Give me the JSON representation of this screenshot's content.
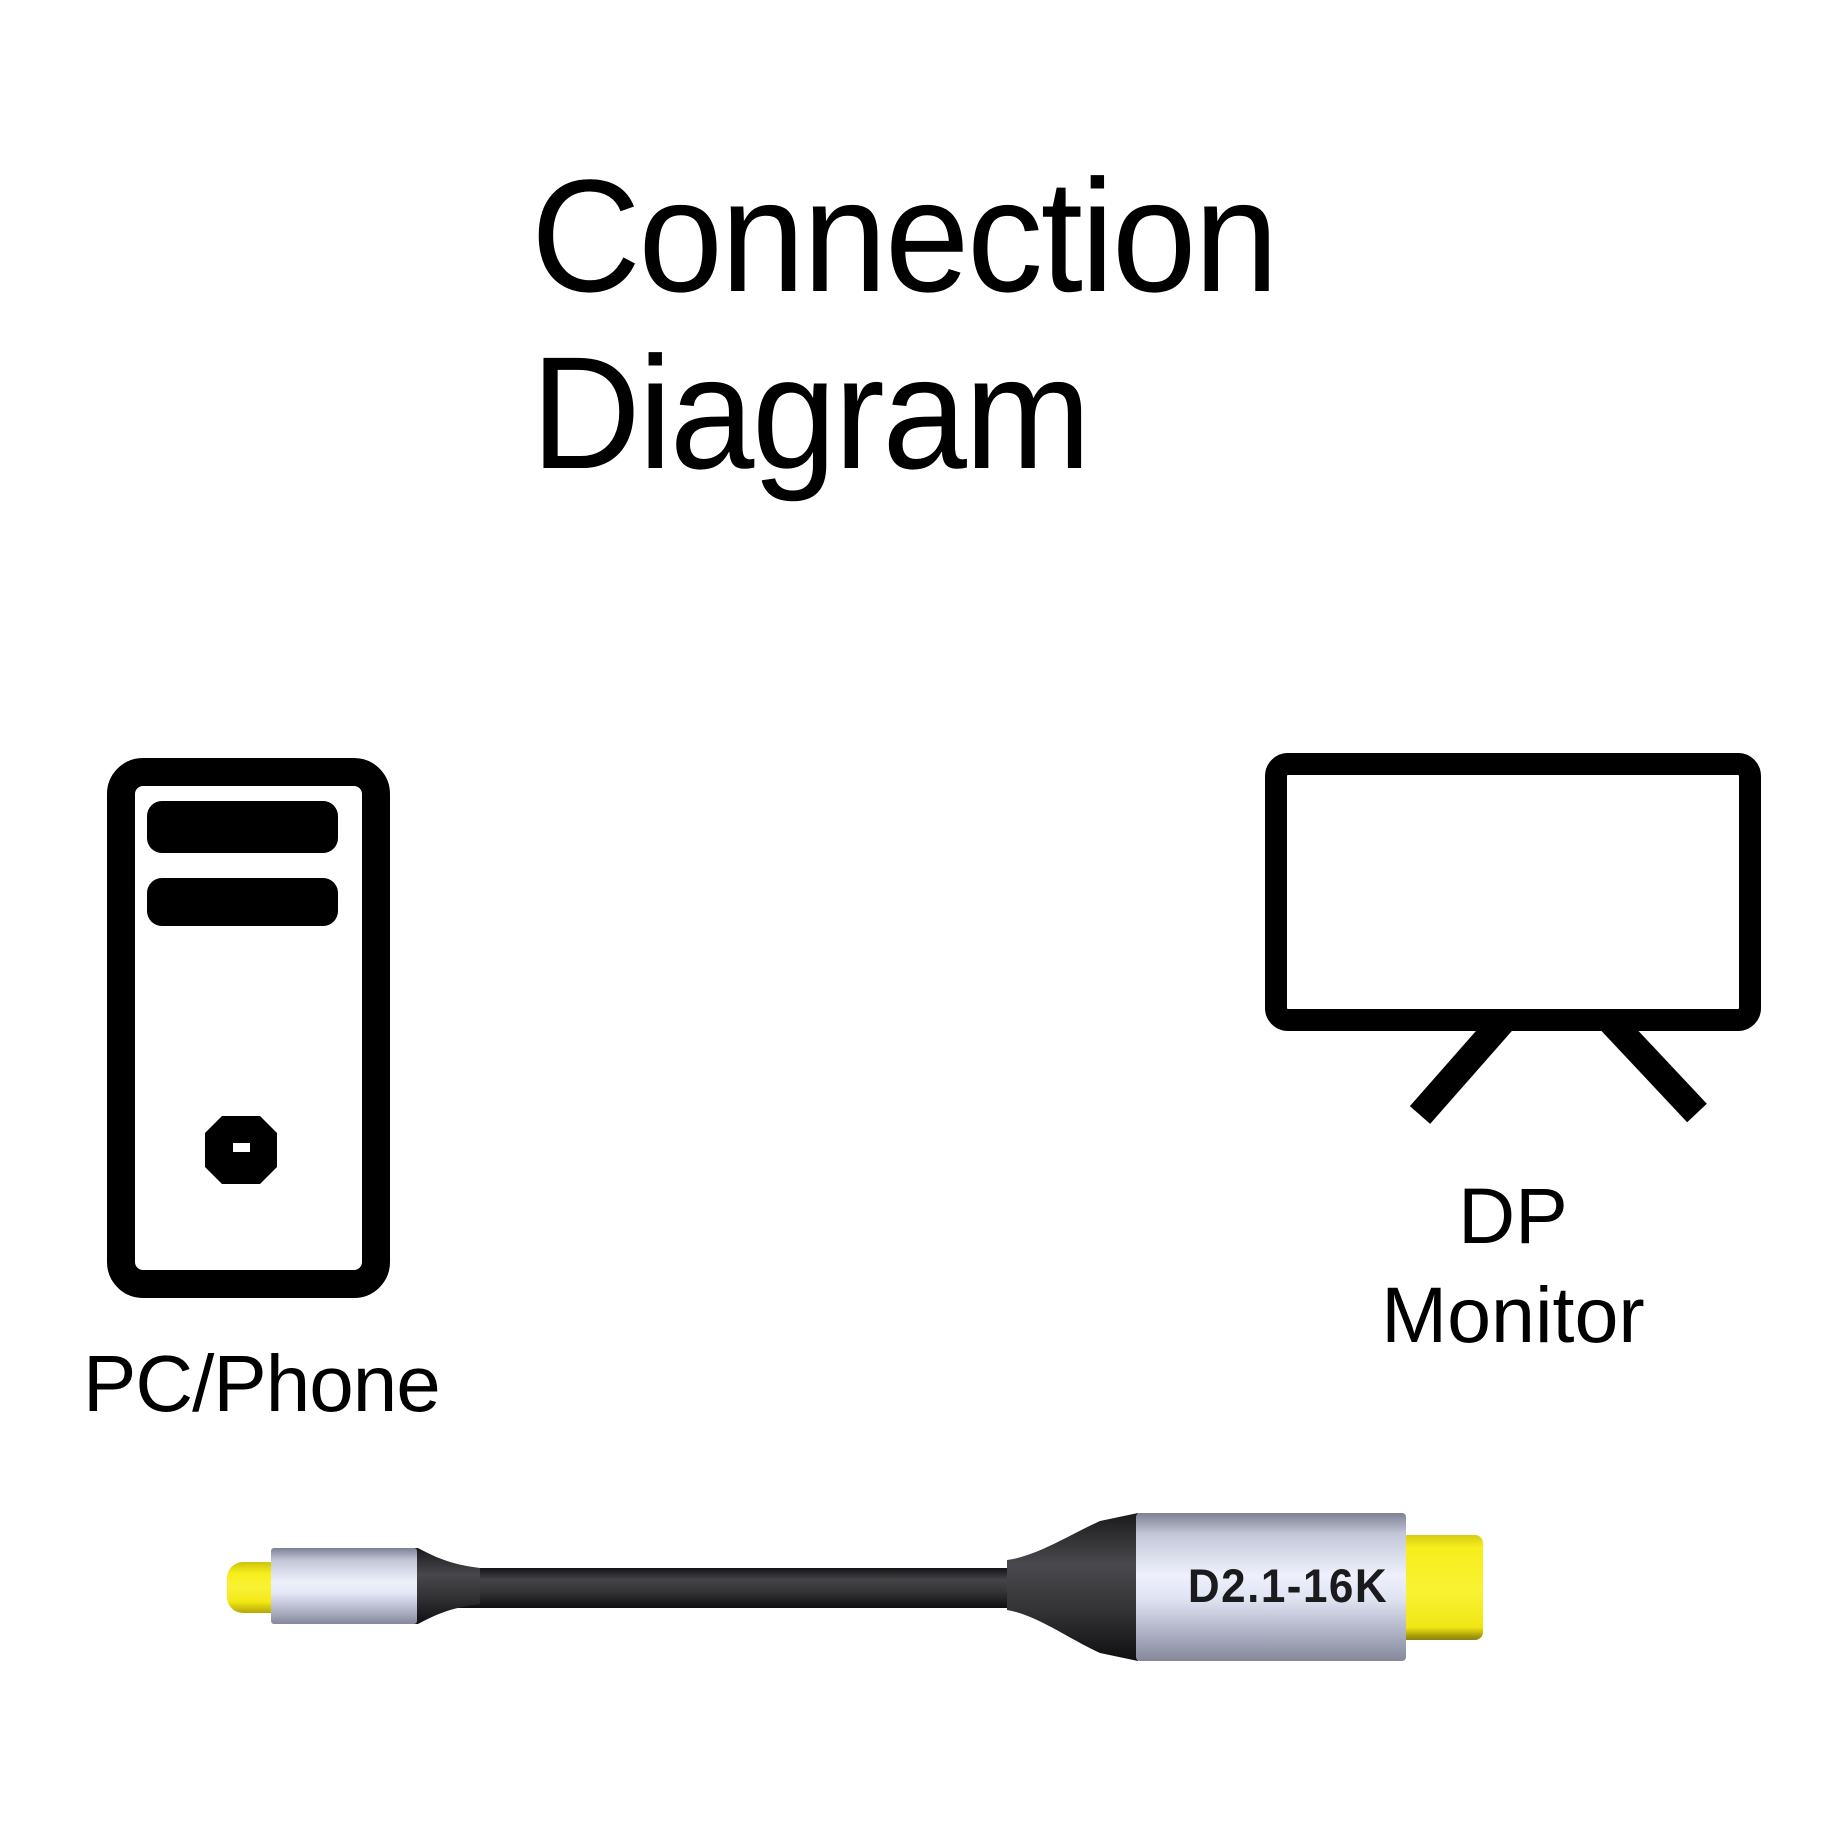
{
  "title": {
    "line1": "Connection",
    "line2": "Diagram"
  },
  "devices": {
    "source": {
      "label": "PC/Phone"
    },
    "display": {
      "label_line1": "DP",
      "label_line2": "Monitor"
    }
  },
  "cable": {
    "label": "D2.1-16K",
    "left_connector": "usb-c-plug",
    "right_connector": "displayport-plug"
  },
  "colors": {
    "background": "#ffffff",
    "line_art": "#000000",
    "connector_yellow": "#f7ee1c",
    "connector_silver": "#eef1fc",
    "cable_black": "#2c2c2f",
    "marking_text": "#1b1b1d"
  }
}
